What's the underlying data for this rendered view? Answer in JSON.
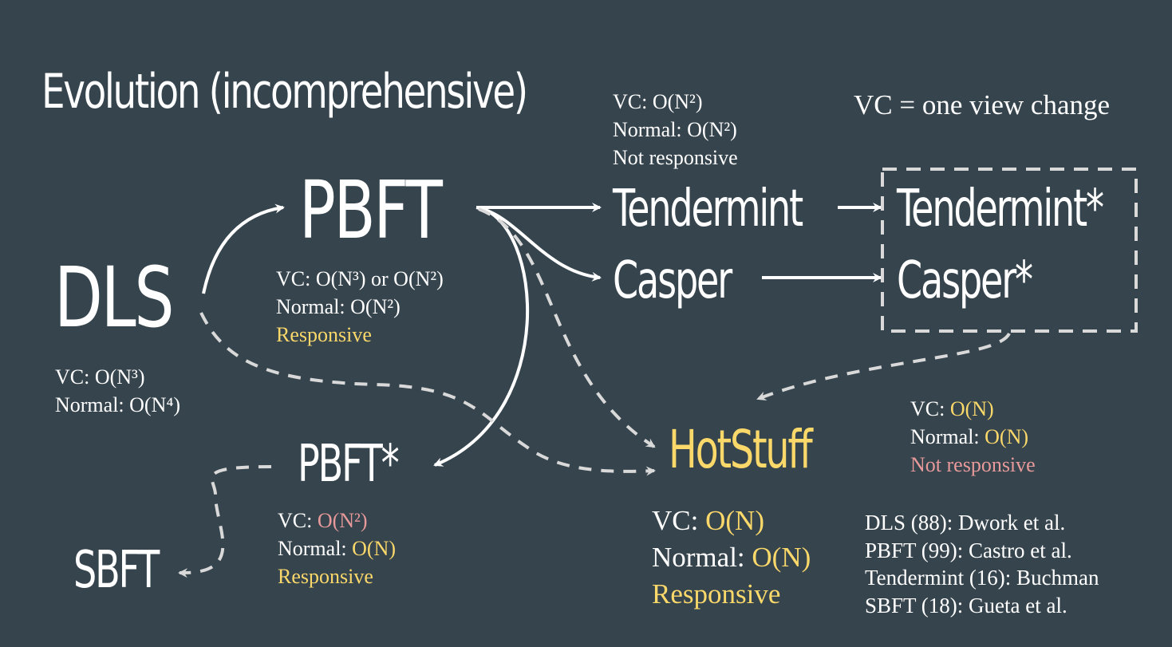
{
  "title": "Evolution (incomprehensive)",
  "legend": "VC = one view change",
  "nodes": {
    "dls": "DLS",
    "pbft": "PBFT",
    "pbft_star": "PBFT*",
    "sbft": "SBFT",
    "tendermint": "Tendermint",
    "casper": "Casper",
    "tendermint_star": "Tendermint*",
    "casper_star": "Casper*",
    "hotstuff": "HotStuff"
  },
  "stats": {
    "dls": {
      "vc_label": "VC: ",
      "vc": "O(N³)",
      "normal_label": "Normal: ",
      "normal": "O(N⁴)"
    },
    "pbft": {
      "vc_label": "VC: ",
      "vc": "O(N³) or O(N²)",
      "normal_label": "Normal: ",
      "normal": "O(N²)",
      "responsive": "Responsive"
    },
    "pbft_star": {
      "vc_label": "VC: ",
      "vc": "O(N²)",
      "normal_label": "Normal: ",
      "normal": "O(N)",
      "responsive": "Responsive"
    },
    "tendermint": {
      "vc_label": "VC: ",
      "vc": "O(N²)",
      "normal_label": "Normal: ",
      "normal": "O(N²)",
      "responsive": "Not responsive"
    },
    "tendermint_star": {
      "vc_label": "VC: ",
      "vc": "O(N)",
      "normal_label": "Normal: ",
      "normal": "O(N)",
      "responsive": "Not responsive"
    },
    "hotstuff": {
      "vc_label": "VC: ",
      "vc": "O(N)",
      "normal_label": "Normal: ",
      "normal": "O(N)",
      "responsive": "Responsive"
    }
  },
  "references": [
    "DLS (88): Dwork et al.",
    "PBFT (99): Castro et al.",
    "Tendermint (16): Buchman",
    "SBFT (18): Gueta et al."
  ],
  "colors": {
    "background": "#36444d",
    "text": "#ffffff",
    "good": "#fbd86a",
    "bad": "#e89a9a",
    "dashed": "#d9d9d9"
  }
}
